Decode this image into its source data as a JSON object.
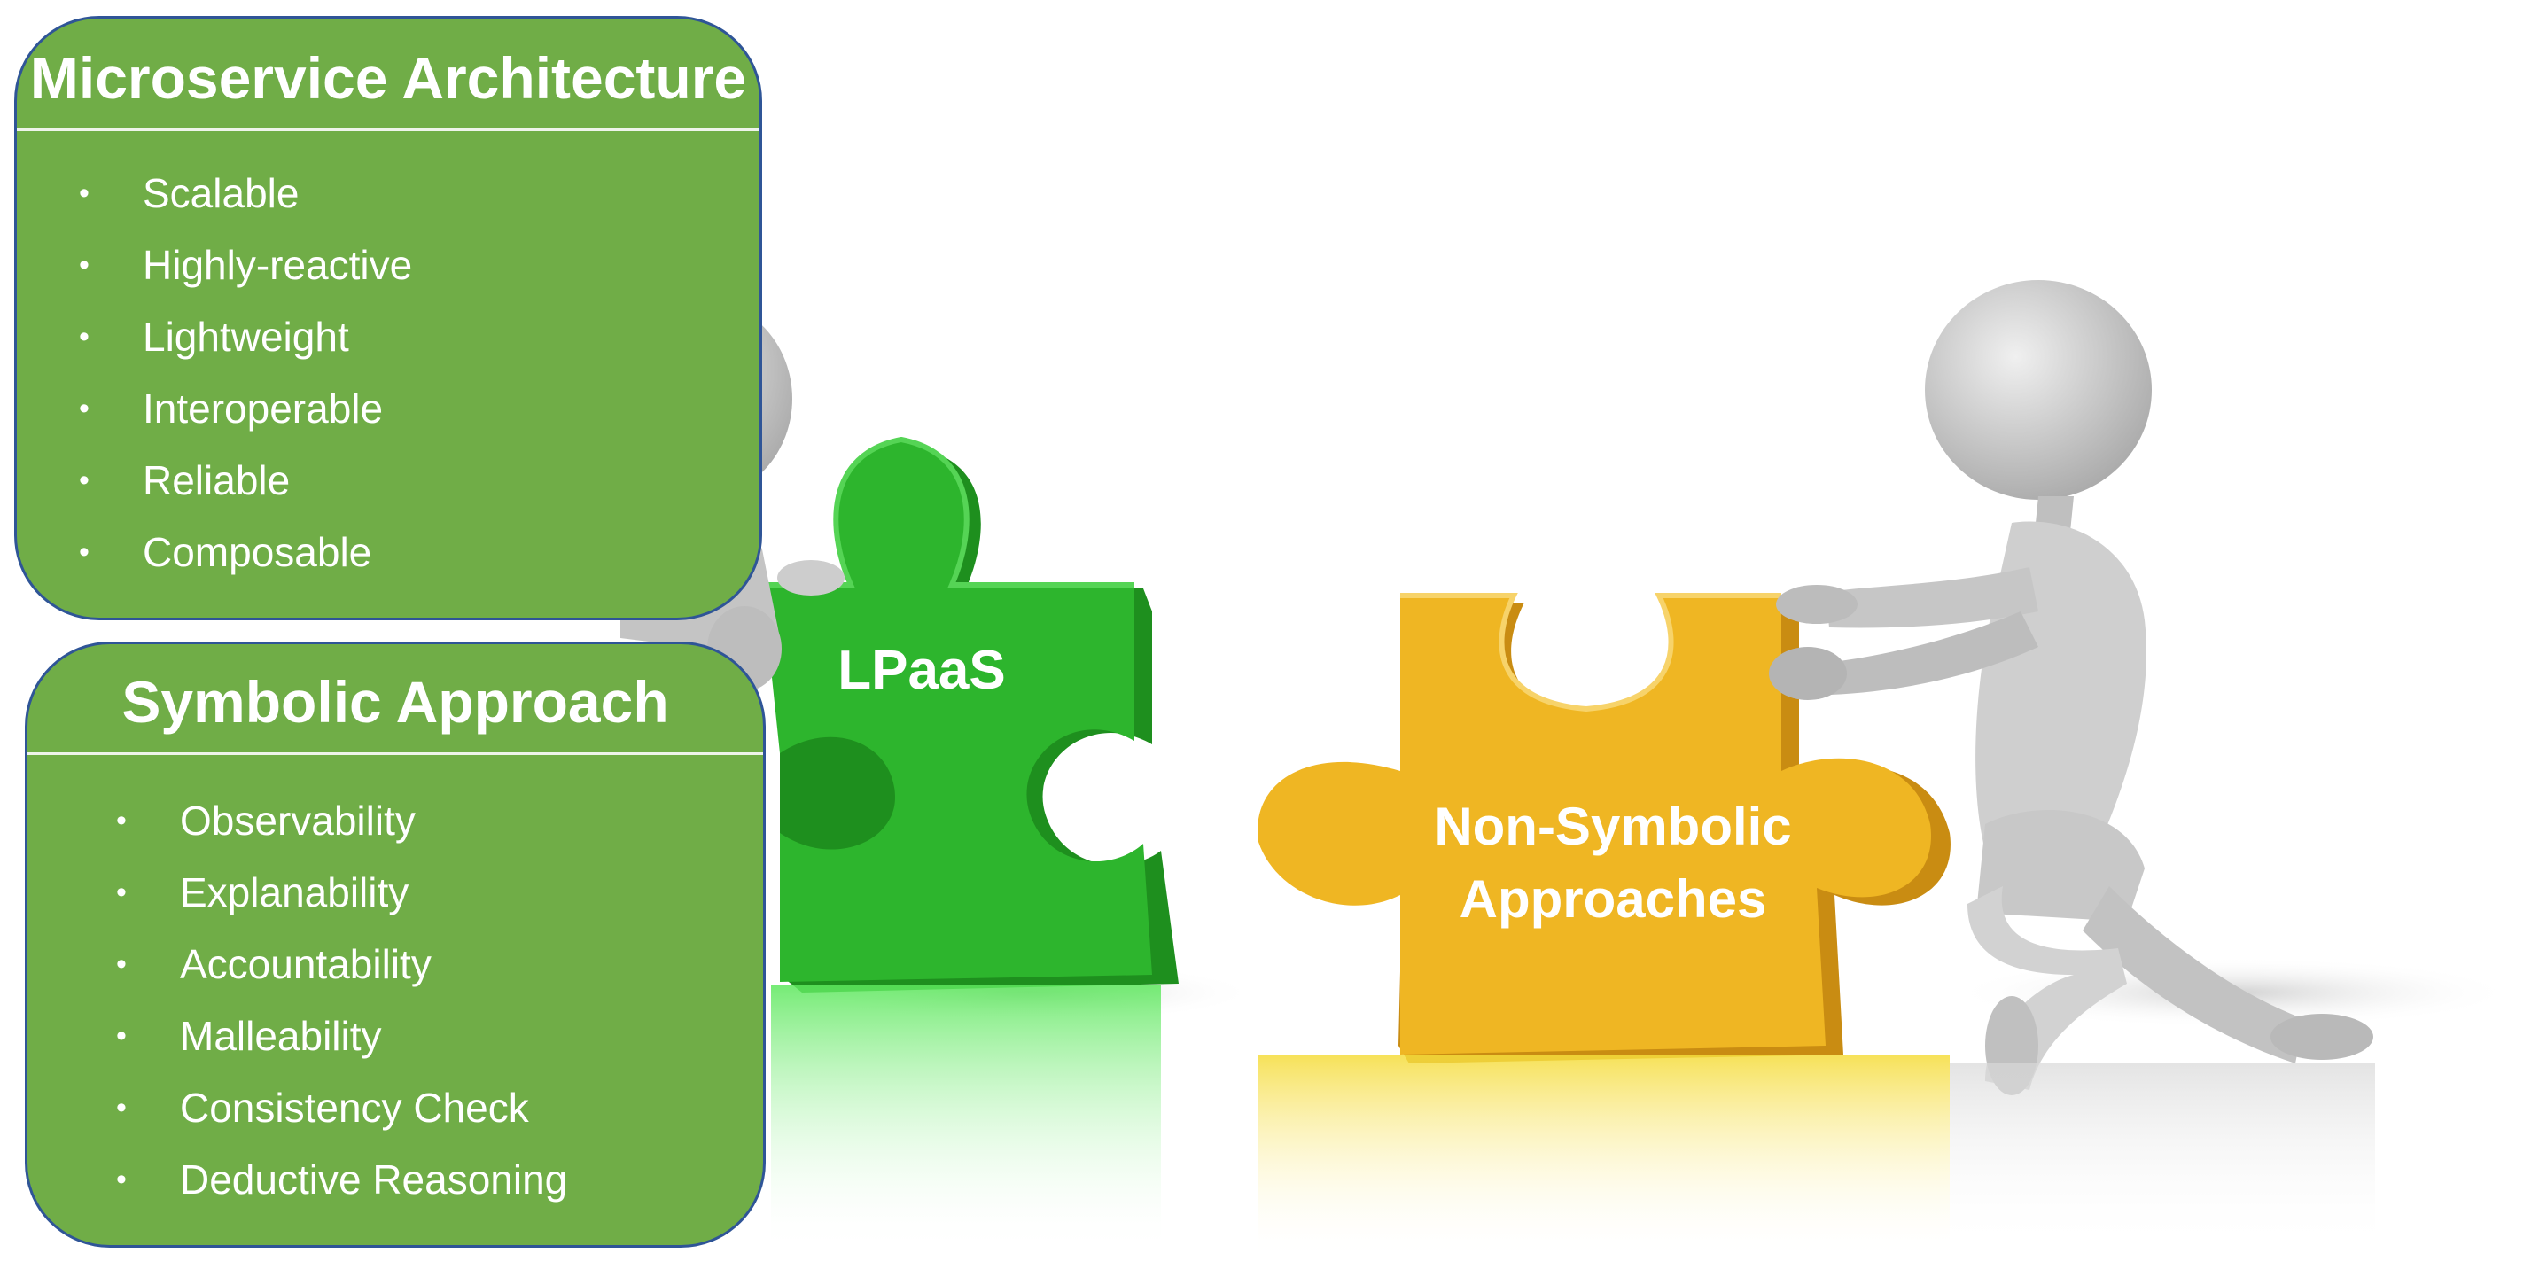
{
  "colors": {
    "panel_fill": "#70ad47",
    "panel_border": "#2f5597",
    "green_piece": "#2db52d",
    "yellow_piece": "#efb623",
    "figure": "#cfcfcf",
    "label_text": "#ffffff"
  },
  "microservice_panel": {
    "title": "Microservice Architecture",
    "bullet_marker": "•",
    "items": [
      "Scalable",
      "Highly-reactive",
      "Lightweight",
      "Interoperable",
      "Reliable",
      "Composable"
    ]
  },
  "symbolic_panel": {
    "title": "Symbolic Approach",
    "bullet_marker": "•",
    "items": [
      "Observability",
      "Explanability",
      "Accountability",
      "Malleability",
      "Consistency Check",
      "Deductive Reasoning"
    ]
  },
  "puzzle_pieces": {
    "green_label": "LPaaS",
    "yellow_label_line1": "Non-Symbolic",
    "yellow_label_line2": "Approaches"
  },
  "illustration": {
    "left_figure_icon": "stick-figure-pushing-icon",
    "right_figure_icon": "stick-figure-pushing-icon",
    "green_piece_icon": "puzzle-piece-icon",
    "yellow_piece_icon": "puzzle-piece-icon"
  }
}
